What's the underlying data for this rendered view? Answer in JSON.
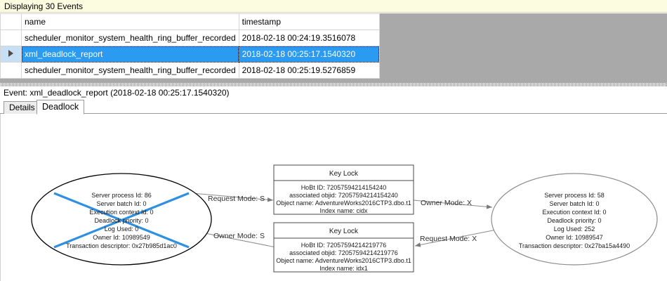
{
  "banner": {
    "text": "Displaying 30 Events"
  },
  "grid": {
    "columns": [
      "",
      "name",
      "timestamp"
    ],
    "rows": [
      {
        "selected": false,
        "marker": "",
        "name": "scheduler_monitor_system_health_ring_buffer_recorded",
        "timestamp": "2018-02-18 00:24:19.3516078"
      },
      {
        "selected": true,
        "marker": "row-selector-arrow",
        "name": "xml_deadlock_report",
        "timestamp": "2018-02-18 00:25:17.1540320"
      },
      {
        "selected": false,
        "marker": "",
        "name": "scheduler_monitor_system_health_ring_buffer_recorded",
        "timestamp": "2018-02-18 00:25:19.5276859"
      }
    ]
  },
  "event_caption": "Event: xml_deadlock_report (2018-02-18 00:25:17.1540320)",
  "tabs": [
    {
      "label": "Details",
      "active": false
    },
    {
      "label": "Deadlock",
      "active": true
    }
  ],
  "colors": {
    "banner_bg": "#fcfce0",
    "selection_blue": "#2a9bf0",
    "grid_empty_gray": "#a9a9a9",
    "victim_cross": "#2f8fe0",
    "victim_outline": "#000000",
    "survivor_outline": "#8c8c8c"
  },
  "deadlock_graph": {
    "victim_process": {
      "role": "victim",
      "lines": [
        "Server process Id: 86",
        "Server batch Id: 0",
        "Execution context Id: 0",
        "Deadlock priority: 0",
        "Log Used: 0",
        "Owner Id: 10989549",
        "Transaction descriptor: 0x27b985d1ac0"
      ]
    },
    "survivor_process": {
      "role": "survivor",
      "lines": [
        "Server process Id: 58",
        "Server batch Id: 0",
        "Execution context Id: 0",
        "Deadlock priority: 0",
        "Log Used: 252",
        "Owner Id: 10989547",
        "Transaction descriptor: 0x27ba15a4490"
      ]
    },
    "resources": [
      {
        "id": "key-lock-top",
        "title": "Key Lock",
        "lines": [
          "HoBt ID: 72057594214154240",
          "associated objid: 72057594214154240",
          "Object name: AdventureWorks2016CTP3.dbo.t1",
          "Index name: cidx"
        ]
      },
      {
        "id": "key-lock-bottom",
        "title": "Key Lock",
        "lines": [
          "HoBt ID: 72057594214219776",
          "associated objid: 72057594214219776",
          "Object name: AdventureWorks2016CTP3.dbo.t1",
          "Index name: idx1"
        ]
      }
    ],
    "edges": [
      {
        "id": "edge-victim-request-top",
        "label": "Request Mode: S"
      },
      {
        "id": "edge-survivor-owner-top",
        "label": "Owner Mode: X"
      },
      {
        "id": "edge-victim-owner-bottom",
        "label": "Owner Mode: S"
      },
      {
        "id": "edge-survivor-request-bottom",
        "label": "Request Mode: X"
      }
    ]
  }
}
